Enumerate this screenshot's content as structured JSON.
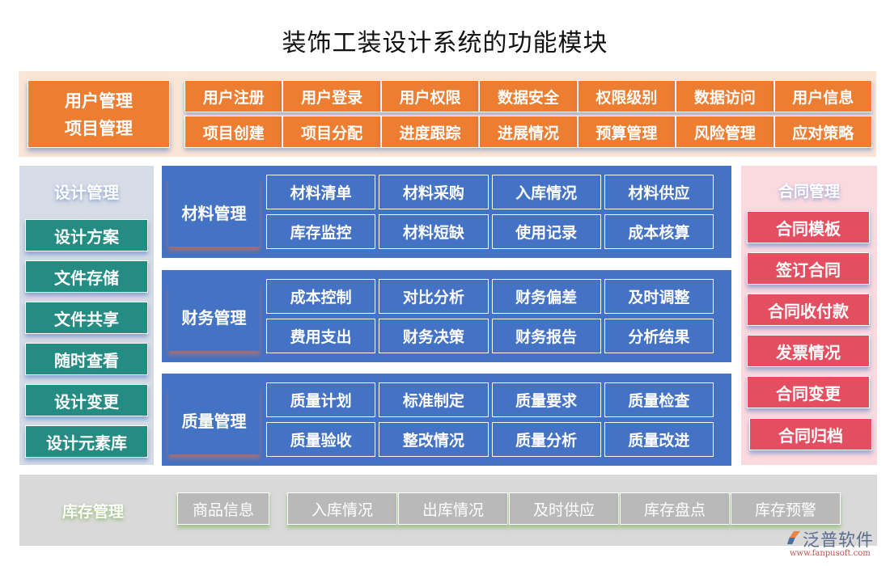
{
  "title": "装饰工装设计系统的功能模块",
  "colors": {
    "orange": "#ed7d31",
    "orange_band": "#fbe5d6",
    "teal": "#248c82",
    "blue": "#4472c4",
    "red": "#e34e60",
    "pink_band": "#fadadf",
    "gray_band": "#d9d9d9",
    "gray_item": "#b9b9b9",
    "design_band": "#d6dce5"
  },
  "top": {
    "main_line1": "用户管理",
    "main_line2": "项目管理",
    "row1": [
      "用户注册",
      "用户登录",
      "用户权限",
      "数据安全",
      "权限级别",
      "数据访问",
      "用户信息"
    ],
    "row2": [
      "项目创建",
      "项目分配",
      "进度跟踪",
      "进展情况",
      "预算管理",
      "风险管理",
      "应对策略"
    ]
  },
  "design": {
    "title": "设计管理",
    "items": [
      "设计方案",
      "文件存储",
      "文件共享",
      "随时查看",
      "设计变更",
      "设计元素库"
    ]
  },
  "sections": [
    {
      "label": "材料管理",
      "items": [
        "材料清单",
        "材料采购",
        "入库情况",
        "材料供应",
        "库存监控",
        "材料短缺",
        "使用记录",
        "成本核算"
      ]
    },
    {
      "label": "财务管理",
      "items": [
        "成本控制",
        "对比分析",
        "财务偏差",
        "及时调整",
        "费用支出",
        "财务决策",
        "财务报告",
        "分析结果"
      ]
    },
    {
      "label": "质量管理",
      "items": [
        "质量计划",
        "标准制定",
        "质量要求",
        "质量检查",
        "质量验收",
        "整改情况",
        "质量分析",
        "质量改进"
      ]
    }
  ],
  "contract": {
    "title": "合同管理",
    "items": [
      "合同模板",
      "签订合同",
      "合同收付款",
      "发票情况",
      "合同变更",
      "合同归档"
    ]
  },
  "inventory": {
    "title": "库存管理",
    "items": [
      "商品信息",
      "入库情况",
      "出库情况",
      "及时供应",
      "库存盘点",
      "库存预警"
    ]
  },
  "logo": {
    "name": "泛普软件",
    "url": "www.fanpusoft.com"
  }
}
